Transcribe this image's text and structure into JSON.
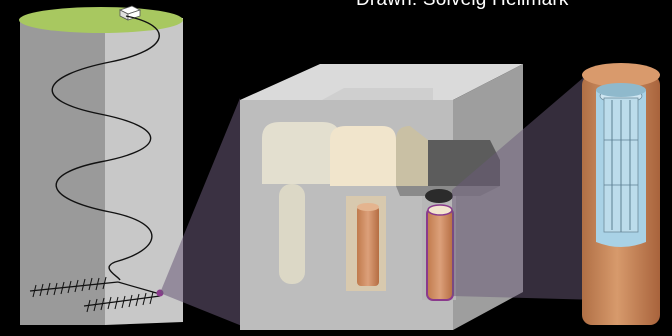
{
  "credit": "Drawn: Solveig Hellmark",
  "colors": {
    "background": "#000000",
    "ground_surface": "#a8c860",
    "rock_light": "#c8c8c8",
    "rock_dark": "#9a9a9a",
    "tunnel": "#e8e2cc",
    "canister_copper": "#c98a5e",
    "highlight_purple": "#8a3a8c",
    "fuel_assembly": "#a9d2e6"
  },
  "panels": [
    {
      "id": "overview",
      "icon": "repository-overview-icon"
    },
    {
      "id": "cutaway",
      "icon": "deposition-tunnel-icon"
    },
    {
      "id": "canister",
      "icon": "copper-canister-icon"
    }
  ]
}
